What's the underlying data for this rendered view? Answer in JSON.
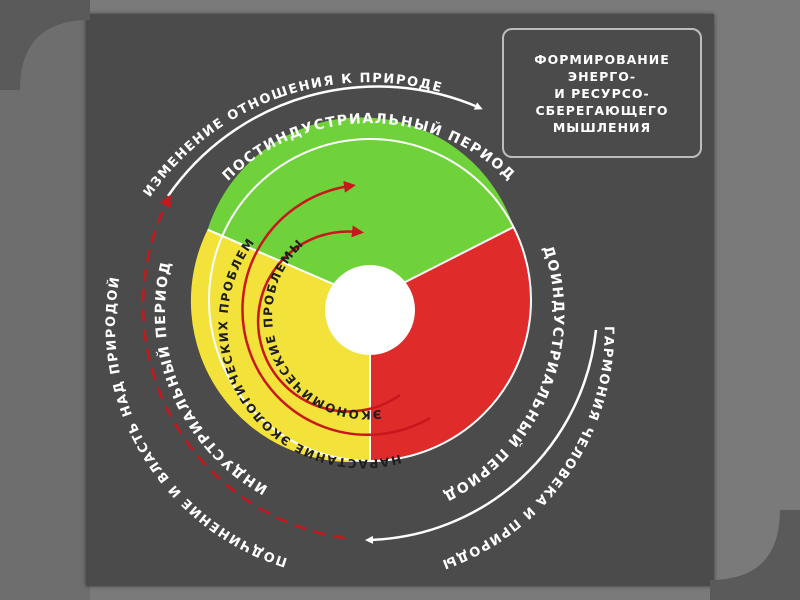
{
  "box": {
    "text": "ФОРМИРОВАНИЕ\nЭНЕРГО-\nИ РЕСУРСО-\nСБЕРЕГАЮЩЕГО\nМЫШЛЕНИЯ"
  },
  "periods": {
    "postindustrial": "ПОСТИНДУСТРИАЛЬНЫЙ ПЕРИОД",
    "preindustrial": "ДОИНДУСТРИАЛЬНЫЙ ПЕРИОД",
    "industrial": "ИНДУСТРИАЛЬНЫЙ ПЕРИОД"
  },
  "outer": {
    "change": "ИЗМЕНЕНИЕ ОТНОШЕНИЯ К ПРИРОДЕ",
    "harmony": "ГАРМОНИЯ ЧЕЛОВЕКА И ПРИРОДЫ",
    "subjugation": "ПОДЧИНЕНИЕ И ВЛАСТЬ НАД ПРИРОДОЙ"
  },
  "problems": {
    "ecological": "НАРАСТАНИЕ ЭКОЛОГИЧЕСКИХ ПРОБЛЕМ",
    "economic": "ЭКОНОМИЧЕСКИЕ ПРОБЛЕМЫ"
  },
  "colors": {
    "green": "#6fd23a",
    "red": "#e02b2b",
    "yellow": "#f3e23a",
    "center": "#ffffff",
    "arrow_red": "#c8171d",
    "outline": "#ffffff"
  }
}
